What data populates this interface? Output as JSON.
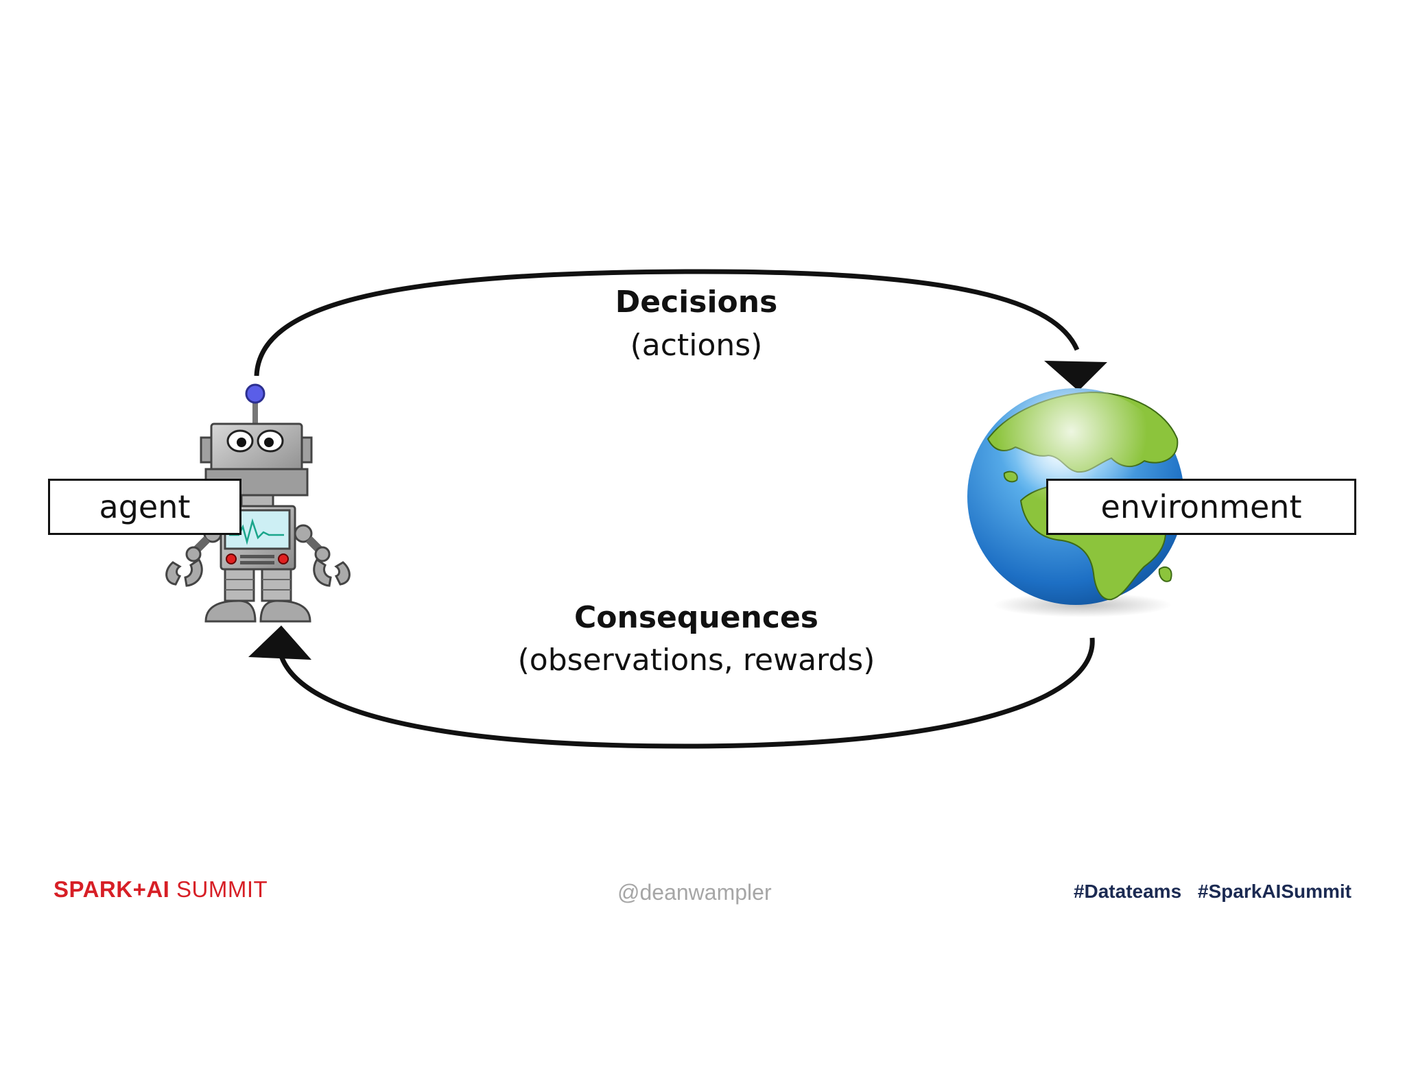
{
  "agent": {
    "label": "agent"
  },
  "environment": {
    "label": "environment"
  },
  "decisions": {
    "title": "Decisions",
    "subtitle": "(actions)"
  },
  "consequences": {
    "title": "Consequences",
    "subtitle": "(observations, rewards)"
  },
  "footer": {
    "brand_bold": "SPARK+AI",
    "brand_regular": "SUMMIT",
    "handle": "@deanwampler",
    "hashtags": [
      "#Datateams",
      "#SparkAISummit"
    ]
  },
  "colors": {
    "brand": "#d71f26",
    "hashtag": "#1b2a52",
    "handle": "#a6a6a6",
    "ocean": "#2f86d6",
    "land": "#8cc43c"
  },
  "icons": [
    "robot-icon",
    "globe-icon"
  ]
}
